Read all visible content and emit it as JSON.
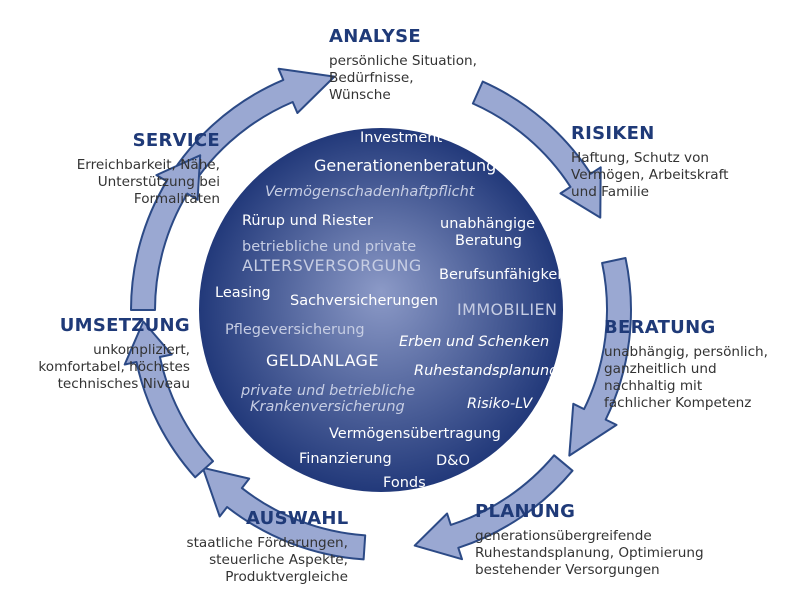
{
  "colors": {
    "arrow_fill": "#9aa8d2",
    "arrow_stroke": "#2c4a86",
    "circle_light": "#8c9ac7",
    "circle_dark": "#22397a",
    "stage_title": "#1f3a78"
  },
  "stages": [
    {
      "title": "ANALYSE",
      "lines": [
        "persönliche Situation,",
        "Bedürfnisse,",
        "Wünsche"
      ]
    },
    {
      "title": "RISIKEN",
      "lines": [
        "Haftung, Schutz von",
        "Vermögen, Arbeitskraft",
        "und Familie"
      ]
    },
    {
      "title": "BERATUNG",
      "lines": [
        "unabhängig, persönlich,",
        "ganzheitlich und",
        "nachhaltig mit",
        "fachlicher Kompetenz"
      ]
    },
    {
      "title": "PLANUNG",
      "lines": [
        "generationsübergreifende",
        "Ruhestandsplanung, Optimierung",
        "bestehender Versorgungen"
      ]
    },
    {
      "title": "AUSWAHL",
      "lines": [
        "staatliche Förderungen,",
        "steuerliche Aspekte,",
        "Produktvergleiche"
      ]
    },
    {
      "title": "UMSETZUNG",
      "lines": [
        "unkompliziert,",
        "komfortabel, höchstes",
        "technisches Niveau"
      ]
    },
    {
      "title": "SERVICE",
      "lines": [
        "Erreichbarkeit, Nähe,",
        "Unterstützung bei",
        "Formalitäten"
      ]
    }
  ],
  "center_terms": [
    "Investment",
    "Generationenberatung",
    "Vermögenschadenhaftpflicht",
    "Rürup und Riester",
    "unabhängige",
    "Beratung",
    "betriebliche und private",
    "ALTERSVERSORGUNG",
    "Berufsunfähigkeit",
    "Leasing",
    "Sachversicherungen",
    "IMMOBILIEN",
    "Pflegeversicherung",
    "Erben und Schenken",
    "GELDANLAGE",
    "Ruhestandsplanung",
    "private und betriebliche",
    "Krankenversicherung",
    "Risiko-LV",
    "Vermögensübertragung",
    "Finanzierung",
    "D&O",
    "Fonds"
  ]
}
